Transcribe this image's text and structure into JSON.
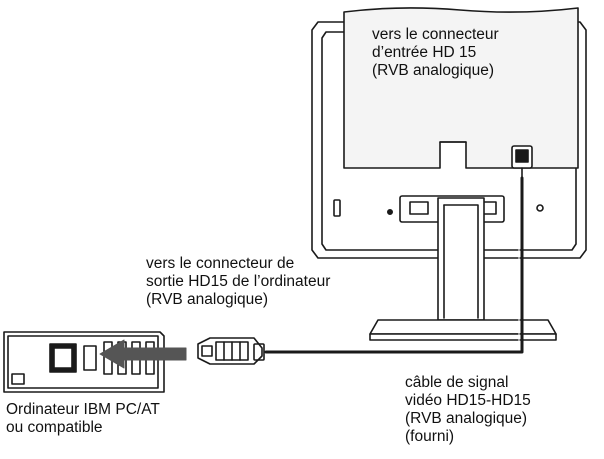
{
  "labels": {
    "monitor_input": "vers le connecteur\nd’entrée HD 15\n(RVB analogique)",
    "computer_output": "vers le connecteur de\nsortie HD15 de l’ordinateur\n(RVB analogique)",
    "computer": "Ordinateur IBM PC/AT\nou compatible",
    "cable": "câble de signal\nvidéo HD15-HD15\n(RVB analogique)\n(fourni)"
  },
  "colors": {
    "line": "#1a1a1a",
    "panel": "#f4f4f4",
    "monitor_fill": "#ffffff",
    "arrow": "#555555"
  }
}
